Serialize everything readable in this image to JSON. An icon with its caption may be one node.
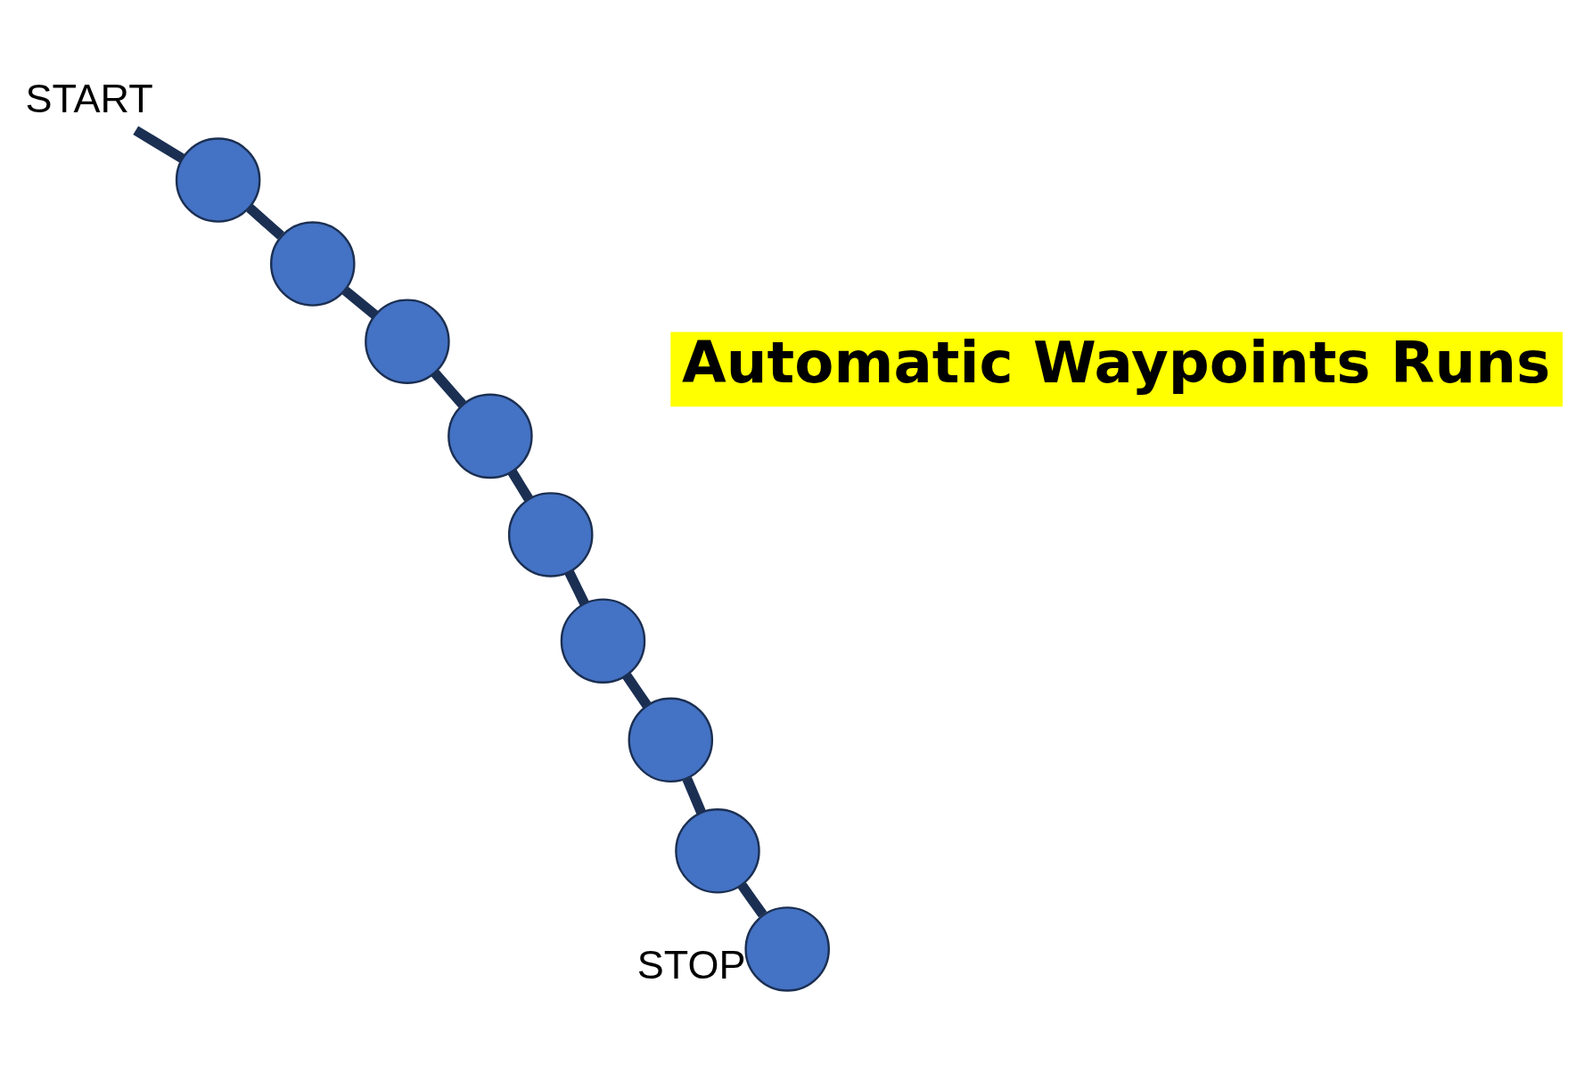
{
  "diagram": {
    "nodes": [
      {
        "text": [
          "START"
        ]
      },
      {
        "text": [],
        "shape": "circle"
      },
      {
        "text": [],
        "shape": "circle"
      },
      {
        "text": [],
        "shape": "circle"
      },
      {
        "text": [],
        "shape": "circle"
      },
      {
        "text": [],
        "shape": "circle"
      },
      {
        "text": [],
        "shape": "circle"
      },
      {
        "text": [],
        "shape": "circle"
      },
      {
        "text": [],
        "shape": "circle"
      },
      {
        "text": [],
        "shape": "circle",
        "beside": [
          "STOP"
        ]
      }
    ],
    "edges": [
      {
        "from": 0,
        "to": 1,
        "arrow": "none"
      },
      {
        "from": 1,
        "to": 2,
        "arrow": "none"
      },
      {
        "from": 2,
        "to": 3,
        "arrow": "none"
      },
      {
        "from": 3,
        "to": 4,
        "arrow": "none"
      },
      {
        "from": 4,
        "to": 5,
        "arrow": "none"
      },
      {
        "from": 5,
        "to": 6,
        "arrow": "none"
      },
      {
        "from": 6,
        "to": 7,
        "arrow": "none"
      },
      {
        "from": 7,
        "to": 8,
        "arrow": "none"
      },
      {
        "from": 8,
        "to": 9,
        "arrow": "none"
      }
    ],
    "labels": [
      "Automatic Waypoints Runs"
    ]
  }
}
